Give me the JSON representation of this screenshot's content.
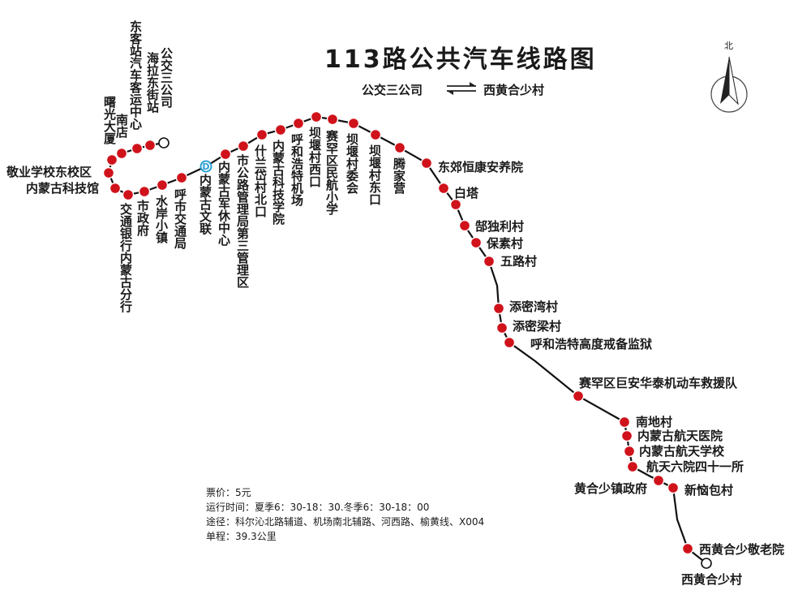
{
  "title": "113路公共汽车线路图",
  "direction": {
    "from": "公交三公司",
    "to": "西黄合少村",
    "arrow_icon": "bidirectional-arrow-icon"
  },
  "compass": {
    "label": "北",
    "icon": "north-arrow-icon"
  },
  "info": {
    "fare": "票价：5元",
    "hours": "运行时间：夏季6：30-18：30.冬季6：30-18：00",
    "via": "途径：科尔沁北路辅道、机场南北辅路、河西路、榆黄线、X004",
    "length": "单程：39.3公里"
  },
  "stops": [
    "公交三公司",
    "海拉东街站",
    "东客站汽车客运中心",
    "南店",
    "曙光大厦",
    "敬业学校东校区",
    "内蒙古科技馆",
    "交通银行内蒙古分行",
    "市政府",
    "水岸小镇",
    "呼市交通局",
    "内蒙古文联",
    "内蒙古军休中心",
    "市公路管理局第三管理区",
    "什兰岱村北口",
    "内蒙古科技学院",
    "呼和浩特机场",
    "坝堰村西口",
    "赛罕区民航小学",
    "坝堰村委会",
    "坝堰村东口",
    "腾家营",
    "东郊恒康安养院",
    "白塔",
    "郜独利村",
    "保素村",
    "五路村",
    "添密湾村",
    "添密梁村",
    "呼和浩特高度戒备监狱",
    "赛罕区巨安华泰机动车救援队",
    "南地村",
    "内蒙古航天医院",
    "内蒙古航天学校",
    "航天六院四十一所",
    "黄合少镇政府",
    "新恼包村",
    "西黄合少敬老院",
    "西黄合少村"
  ],
  "terminal_stops": [
    "公交三公司",
    "西黄合少村"
  ],
  "transfer_marker": {
    "letter": "D"
  },
  "colors": {
    "stop": "#d0121b",
    "line": "#111111",
    "transfer": "#2b9fd6"
  }
}
